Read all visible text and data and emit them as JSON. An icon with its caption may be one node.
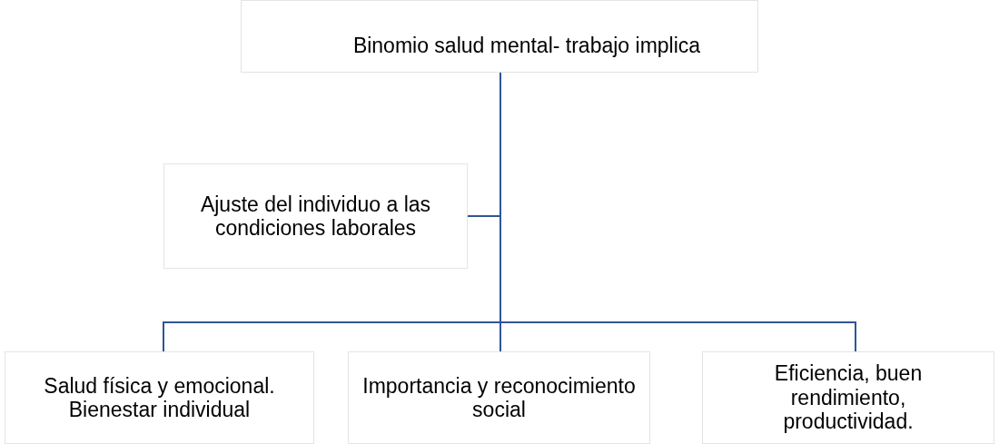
{
  "diagram": {
    "nodes": [
      {
        "text": [
          "Binomio salud mental- trabajo implica"
        ]
      },
      {
        "text": [
          "Ajuste del individuo a las condiciones laborales"
        ]
      },
      {
        "text": [
          "Salud física y emocional. Bienestar individual"
        ]
      },
      {
        "text": [
          "Importancia y reconocimiento social"
        ]
      },
      {
        "text": [
          "Eficiencia, buen rendimiento, productividad."
        ]
      }
    ],
    "edges": [
      {
        "from": 0,
        "to": 1,
        "arrow": "none"
      },
      {
        "from": 0,
        "to": 2,
        "arrow": "none"
      },
      {
        "from": 0,
        "to": 3,
        "arrow": "none"
      },
      {
        "from": 0,
        "to": 4,
        "arrow": "none"
      }
    ]
  }
}
